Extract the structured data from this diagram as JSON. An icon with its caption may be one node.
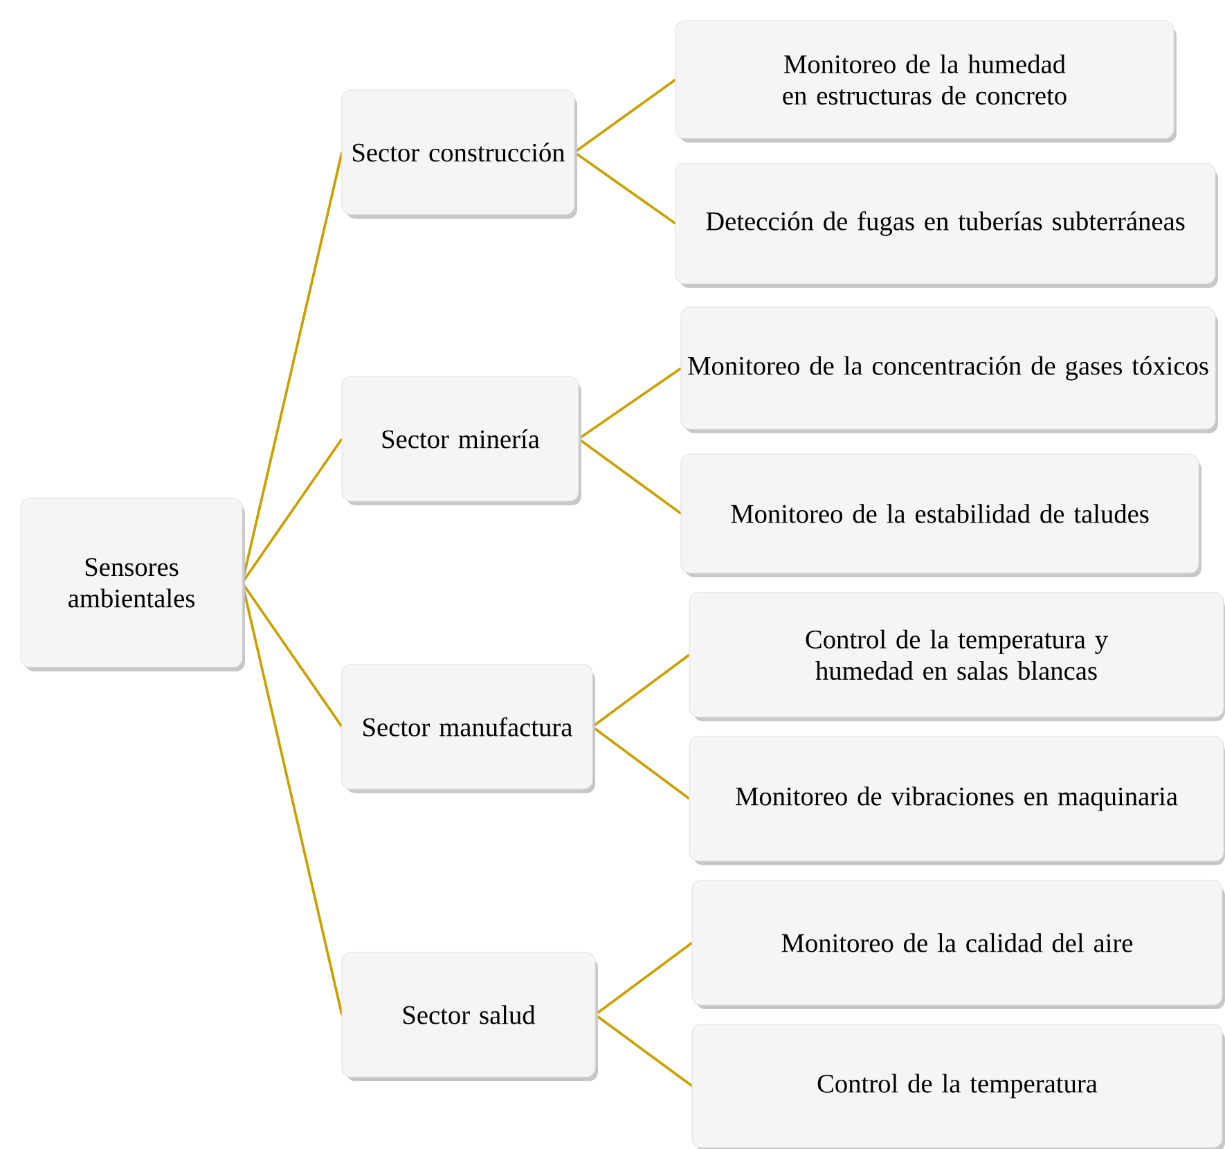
{
  "diagram": {
    "nodes": [
      {
        "text": [
          "Sensores ambientales"
        ]
      },
      {
        "text": [
          "Sector construcción"
        ]
      },
      {
        "text": [
          "Monitoreo de la humedad en estructuras de concreto"
        ]
      },
      {
        "text": [
          "Detección de fugas en tuberías subterráneas"
        ]
      },
      {
        "text": [
          "Sector minería"
        ]
      },
      {
        "text": [
          "Monitoreo de la concentración de gases tóxicos"
        ]
      },
      {
        "text": [
          "Monitoreo de la estabilidad de taludes"
        ]
      },
      {
        "text": [
          "Sector manufactura"
        ]
      },
      {
        "text": [
          "Control de la temperatura y humedad en salas blancas"
        ]
      },
      {
        "text": [
          "Monitoreo de vibraciones en maquinaria"
        ]
      },
      {
        "text": [
          "Sector salud"
        ]
      },
      {
        "text": [
          "Monitoreo de la calidad del aire"
        ]
      },
      {
        "text": [
          "Control de la temperatura"
        ]
      }
    ],
    "edges": [
      {
        "from": 0,
        "to": 1,
        "arrow": "none"
      },
      {
        "from": 0,
        "to": 4,
        "arrow": "none"
      },
      {
        "from": 0,
        "to": 7,
        "arrow": "none"
      },
      {
        "from": 0,
        "to": 10,
        "arrow": "none"
      },
      {
        "from": 1,
        "to": 2,
        "arrow": "none"
      },
      {
        "from": 1,
        "to": 3,
        "arrow": "none"
      },
      {
        "from": 4,
        "to": 5,
        "arrow": "none"
      },
      {
        "from": 4,
        "to": 6,
        "arrow": "none"
      },
      {
        "from": 7,
        "to": 8,
        "arrow": "none"
      },
      {
        "from": 7,
        "to": 9,
        "arrow": "none"
      },
      {
        "from": 10,
        "to": 11,
        "arrow": "none"
      },
      {
        "from": 10,
        "to": 12,
        "arrow": "none"
      }
    ]
  }
}
